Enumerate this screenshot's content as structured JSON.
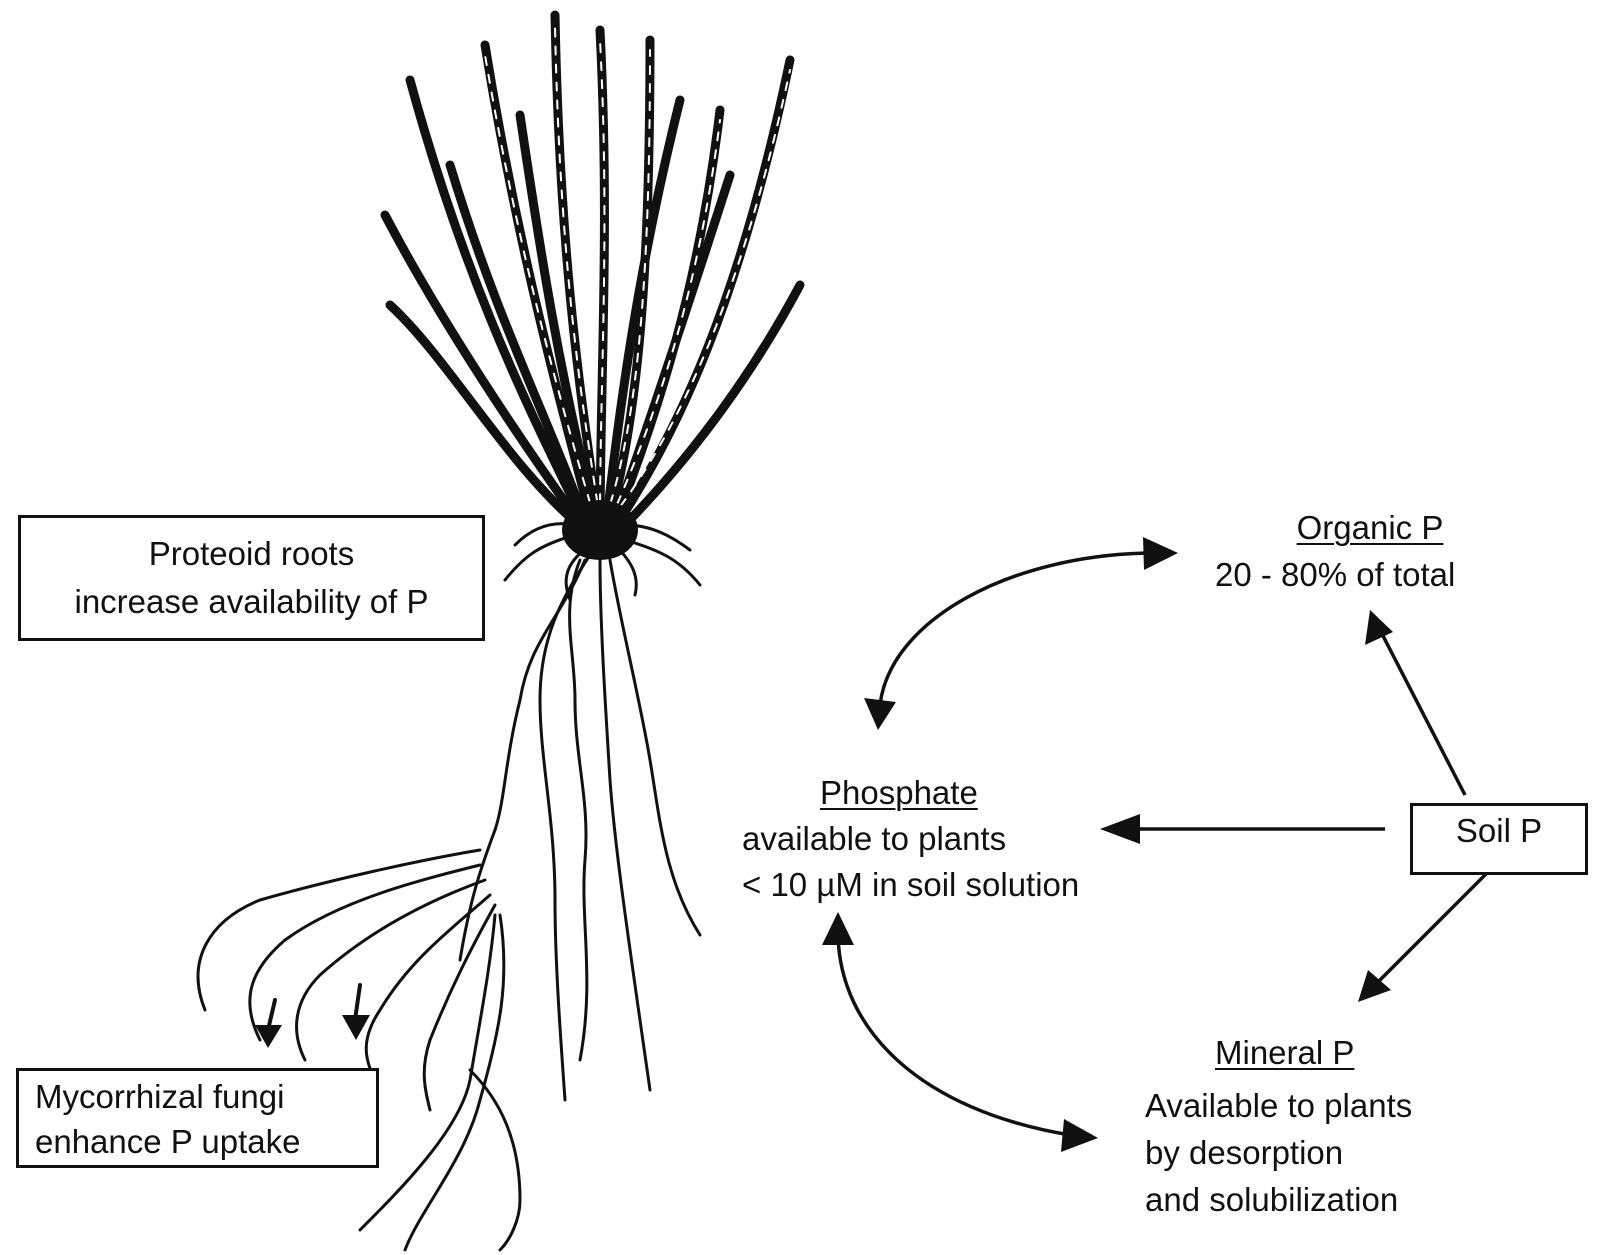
{
  "proteoid_box": {
    "line1": "Proteoid roots",
    "line2": "increase availability of P"
  },
  "mycorrhizal_box": {
    "line1": "Mycorrhizal fungi",
    "line2": "enhance P uptake"
  },
  "organic_p": {
    "title": "Organic P",
    "detail": "20 - 80%  of total"
  },
  "phosphate": {
    "title": "Phosphate",
    "line1": "available to plants",
    "line2": "< 10 µM in soil solution"
  },
  "soil_p": {
    "label": "Soil P"
  },
  "mineral_p": {
    "title": "Mineral P",
    "line1": "Available to plants",
    "line2": "by desorption",
    "line3": "and solubilization"
  },
  "colors": {
    "ink": "#111111",
    "background": "#ffffff"
  }
}
